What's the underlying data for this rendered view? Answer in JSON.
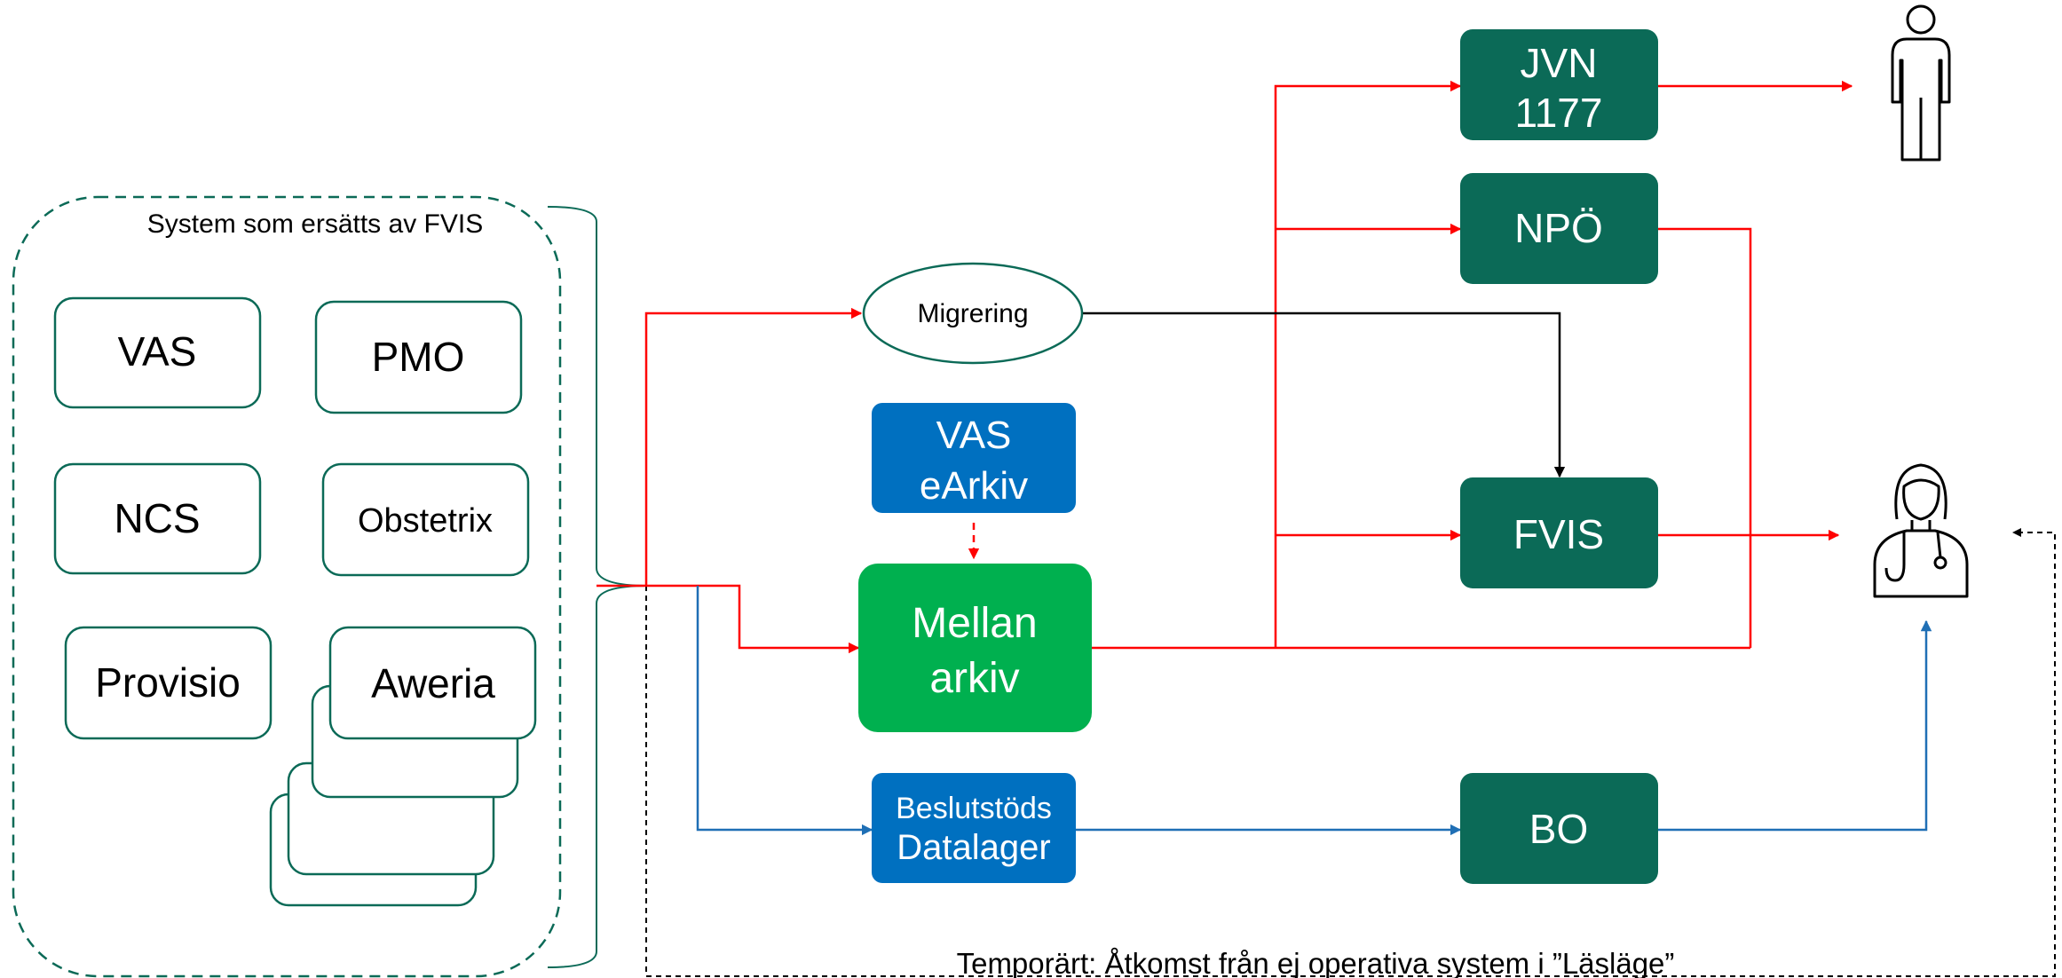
{
  "group": {
    "title": "System som ersätts av FVIS"
  },
  "legacy_systems": {
    "vas": "VAS",
    "pmo": "PMO",
    "ncs": "NCS",
    "obstetrix": "Obstetrix",
    "provisio": "Provisio",
    "aweria": "Aweria"
  },
  "migration": {
    "label": "Migrering"
  },
  "vas_earkiv": {
    "line1": "VAS",
    "line2": "eArkiv"
  },
  "mellanarkiv": {
    "line1": "Mellan",
    "line2": "arkiv"
  },
  "datalager": {
    "line1": "Beslutstöds",
    "line2": "Datalager"
  },
  "jvn": {
    "line1": "JVN",
    "line2": "1177"
  },
  "npo": {
    "label": "NPÖ"
  },
  "fvis": {
    "label": "FVIS"
  },
  "bo": {
    "label": "BO"
  },
  "footer_note": "Temporärt: Åtkomst från ej operativa system i ”Läsläge”",
  "icons": {
    "patient": "person-icon",
    "clinician": "doctor-icon"
  },
  "colors": {
    "dark_green": "#0b6a57",
    "bright_green": "#00b04f",
    "blue": "#0070c0",
    "red": "#ff0000",
    "line_blue": "#1f6fb5"
  }
}
